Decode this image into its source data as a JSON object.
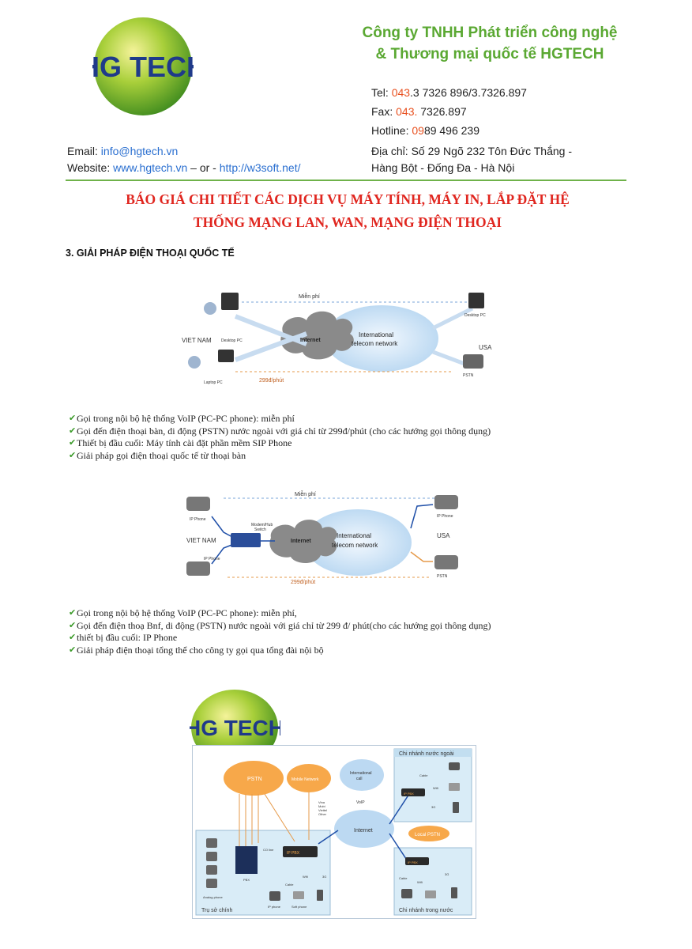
{
  "header": {
    "logo_text": "HG TECH",
    "company_line1": "Công ty TNHH Phát triển công nghệ",
    "company_line2": "& Thương mại quốc tế HGTECH",
    "tel_label": "Tel: ",
    "tel_prefix": "043",
    "tel_rest": ".3 7326 896/3.7326.897",
    "fax_label": "Fax: ",
    "fax_prefix": "043.",
    "fax_rest": " 7326.897",
    "hotline_label": "Hotline: ",
    "hotline_prefix": "09",
    "hotline_rest": "89 496 239",
    "email_label": "Email: ",
    "email": "info@hgtech.vn",
    "website_label": "Website: ",
    "website1": "www.hgtech.vn",
    "website_sep": " – or - ",
    "website2": "http://w3soft.net/",
    "address_line1": "Địa chỉ: Số 29 Ngõ 232 Tôn Đức Thắng -",
    "address_line2": "Hàng Bột - Đống Đa - Hà Nội"
  },
  "title_line1": "BÁO GIÁ CHI TIẾT CÁC DỊCH VỤ MÁY TÍNH, MÁY IN, LẮP ĐẶT HỆ",
  "title_line2": "THỐNG MẠNG LAN, WAN, MẠNG ĐIỆN THOẠI",
  "section_title": "3. GIẢI PHÁP ĐIỆN THOẠI QUỐC TẾ",
  "diagram1": {
    "free_label": "Miễn phí",
    "price_label": "299đ/phút",
    "vietnam": "VIET NAM",
    "usa": "USA",
    "desktop_pc": "Desktop PC",
    "desktop_pc_usa": "Desktop PC",
    "laptop_pc": "Laptop PC",
    "pstn": "PSTN",
    "internet": "Internet",
    "telecom_line1": "International",
    "telecom_line2": "telecom network"
  },
  "bullets1": [
    "Gọi trong nội bộ hệ thống VoIP (PC-PC phone): miễn phí",
    "Gọi đến điện thoại bàn, di động (PSTN) nước ngoài với giá chỉ từ 299đ/phút (cho các hướng gọi thông dụng)",
    "Thiết bị đầu cuối: Máy tính cài đặt phần mềm SIP Phone",
    "Giải pháp gọi điện thoại quốc tế từ thoại bàn"
  ],
  "diagram2": {
    "free_label": "Miễn phí",
    "price_label": "299đ/phút",
    "vietnam": "VIET NAM",
    "usa": "USA",
    "ip_phone_top": "IP Phone",
    "ip_phone_bottom": "IP Phone",
    "ip_phone_usa": "IP Phone",
    "modem_line1": "Modem/Hub",
    "modem_line2": "Switch",
    "pstn": "PSTN",
    "internet": "Internet",
    "telecom_line1": "International",
    "telecom_line2": "telecom network"
  },
  "bullets2": [
    "Gọi trong nội bộ hệ thống VoIP (PC-PC phone): miễn phí,",
    "Gọi đến điện thoạ Bnf, di động (PSTN) nước ngoài với giá chỉ từ 299 đ/ phút(cho các hướng gọi thông dụng)",
    "thiết bị đầu cuối: IP Phone",
    "Giải pháp điện thoại tổng thể cho công ty gọi qua tổng đài nội bộ"
  ],
  "diagram3": {
    "logo_text": "HG TECH",
    "branch_foreign": "Chi nhánh nước ngoài",
    "branch_domestic": "Chi nhánh trong nước",
    "headquarters": "Trụ sở chính",
    "pstn": "PSTN",
    "mobile": "Mobile Network",
    "intl_line1": "International",
    "intl_line2": "call",
    "internet": "Internet",
    "local_pstn": "Local PSTN",
    "voip": "VoIP",
    "vina_line1": "Vina",
    "vina_line2": "Mobi",
    "vina_line3": "Viettel",
    "vina_line4": "Other",
    "co_line": "CO line",
    "pbx": "PBX",
    "ip_pbx": "IP PBX",
    "ip_pbx_b1": "IP PBX",
    "ip_pbx_b2": "IP PBX",
    "cable": "Cable",
    "cable_b1": "Cable",
    "cable_b2": "Cable",
    "wifi": "Wifi",
    "wifi_b1": "Wifi",
    "wifi_b2": "Wifi",
    "g3": "3G",
    "g3_b1": "3G",
    "g3_b2": "3G",
    "analog_phone": "Analog phone",
    "ip_phone": "IP phone",
    "soft_phone": "Soft phone"
  },
  "colors": {
    "brand_green": "#5aa832",
    "title_red": "#e0261f",
    "accent_orange": "#e8501f",
    "link_blue": "#2a6fd0",
    "cloud_orange": "#f7a84a",
    "cloud_blue": "#bcd9f2"
  }
}
